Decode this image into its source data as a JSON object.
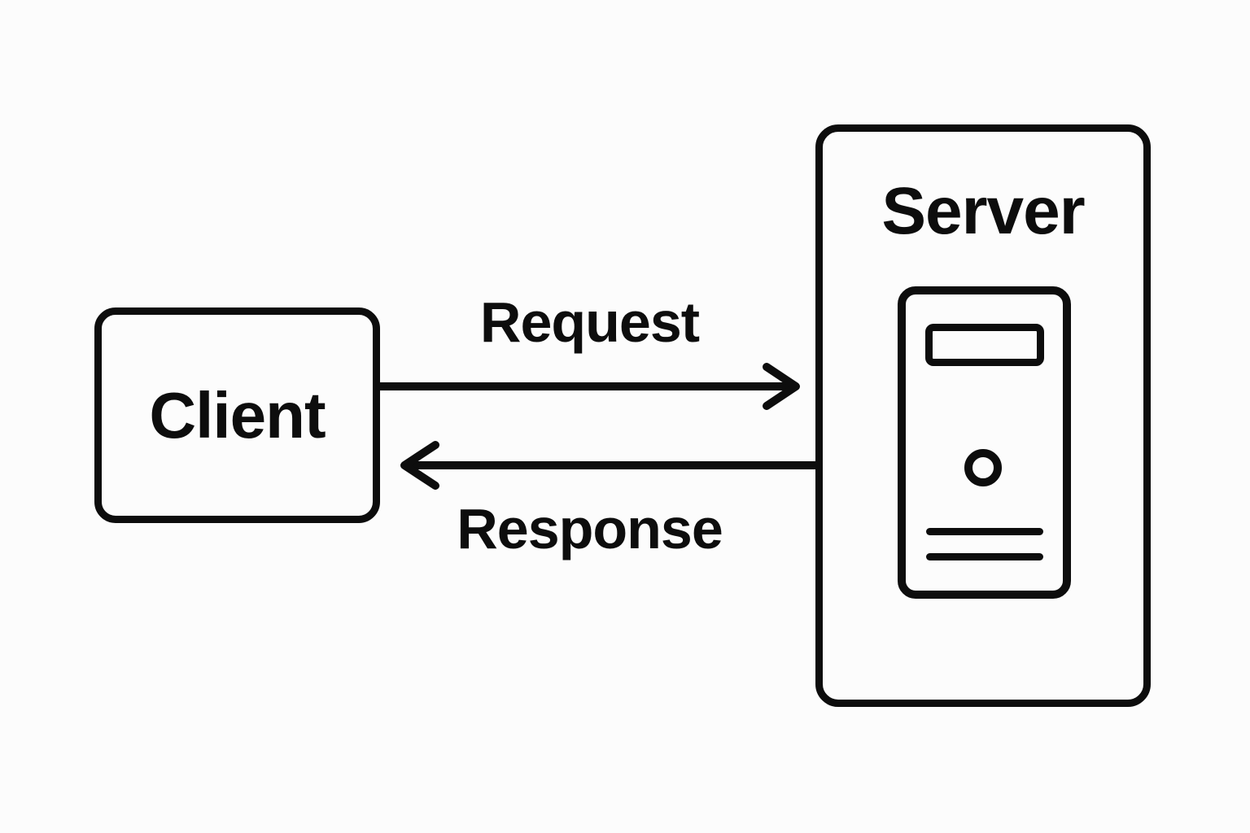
{
  "diagram": {
    "type": "flow",
    "nodes": {
      "client": {
        "label": "Client"
      },
      "server": {
        "label": "Server",
        "icon": "server-tower-icon"
      }
    },
    "edges": {
      "request": {
        "label": "Request",
        "from": "Client",
        "to": "Server",
        "direction": "right"
      },
      "response": {
        "label": "Response",
        "from": "Server",
        "to": "Client",
        "direction": "left"
      }
    },
    "colors": {
      "stroke": "#0d0d0d",
      "background": "#fcfcfc"
    }
  }
}
